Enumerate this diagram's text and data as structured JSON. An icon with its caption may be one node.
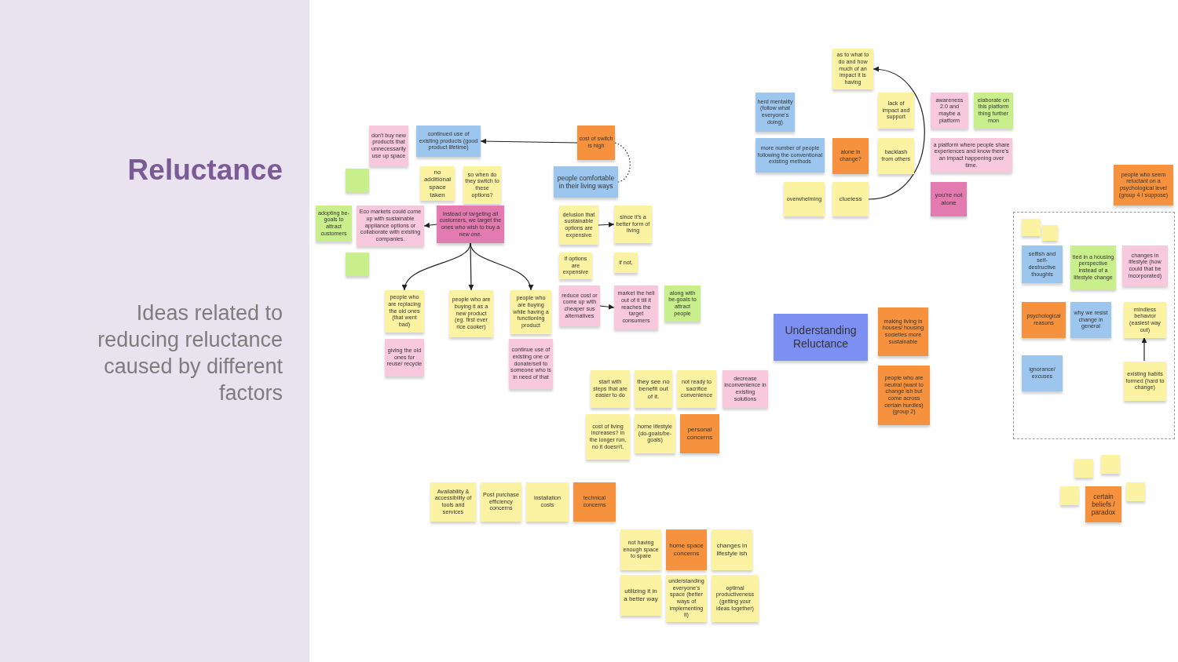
{
  "diagram": {
    "title": "Reluctance",
    "nodes": [
      {
        "text": [
          "don't buy new products that unnecessarily use up space"
        ]
      },
      {
        "text": [
          "continued use of existing products (good product lifetime)"
        ]
      },
      {
        "text": [
          "cost of switch is high"
        ]
      },
      {
        "text": [
          "people comfortable in their living ways"
        ]
      },
      {
        "text": [
          "no additional space taken"
        ]
      },
      {
        "text": [
          "so when do they switch to these options?"
        ]
      },
      {
        "text": [],
        "shape": "box"
      },
      {
        "text": [
          "adopting be-goals to attract customers"
        ]
      },
      {
        "text": [
          "Eco markets could come up with sustainable appliance options or collaborate with existing companies."
        ]
      },
      {
        "text": [
          "instead of targeting all customers, we target the ones who wish to buy a new one."
        ]
      },
      {
        "text": [],
        "shape": "box"
      },
      {
        "text": [
          "people who are replacing the old ones (that went bad)"
        ]
      },
      {
        "text": [
          "people who are buying it as a new product (eg. first ever rice cooker)"
        ]
      },
      {
        "text": [
          "people who are buying while having a functioning product"
        ]
      },
      {
        "text": [
          "giving the old ones for reuse/ recycle"
        ]
      },
      {
        "text": [
          "continue use of existing one or donate/sell to someone who is in need of that"
        ]
      },
      {
        "text": [
          "delusion that sustainable options are expensive"
        ]
      },
      {
        "text": [
          "since it's a better form of living"
        ]
      },
      {
        "text": [
          "if options are expensive"
        ]
      },
      {
        "text": [
          "if not,"
        ]
      },
      {
        "text": [
          "reduce cost or come up with cheaper sus alternatives"
        ]
      },
      {
        "text": [
          "market the hell out of it till it reaches the target consumers"
        ]
      },
      {
        "text": [
          "along with be-goals to attract people"
        ]
      },
      {
        "text": [
          "as to what to do and how much of an impact it is having"
        ]
      },
      {
        "text": [
          "herd mentality (follow what everyone's doing)"
        ]
      },
      {
        "text": [
          "lack of impact and support"
        ]
      },
      {
        "text": [
          "awareness 2.0 and maybe a platform"
        ]
      },
      {
        "text": [
          "elaborate on this platform thing further mon"
        ]
      },
      {
        "text": [
          "more number of people following the conventional existing methods"
        ]
      },
      {
        "text": [
          "alone in change?"
        ]
      },
      {
        "text": [
          "backlash from others"
        ]
      },
      {
        "text": [
          "a platform where people share experiences and know there's an impact happening over time."
        ]
      },
      {
        "text": [
          "overwhelming"
        ]
      },
      {
        "text": [
          "clueless"
        ]
      },
      {
        "text": [
          "you're not alone"
        ]
      },
      {
        "text": [
          "people who seem reluctant on a psychological level (group 4 I suppose)"
        ]
      },
      {
        "text": [],
        "shape": "box"
      },
      {
        "text": [],
        "shape": "box",
        "in": 36
      },
      {
        "text": [],
        "shape": "box",
        "in": 36
      },
      {
        "text": [
          "selfish and self-destructive thoughts"
        ],
        "in": 36
      },
      {
        "text": [
          "tied in a housing perspective instead of a lifestyle change"
        ],
        "in": 36
      },
      {
        "text": [
          "changes in lifestyle (how could that be incorporated)"
        ],
        "in": 36
      },
      {
        "text": [
          "psychological reasons"
        ],
        "in": 36
      },
      {
        "text": [
          "why we resist change in general"
        ],
        "in": 36
      },
      {
        "text": [
          "mindless behavior (easiest way out)"
        ],
        "in": 36
      },
      {
        "text": [
          "ignorance/ excuses"
        ],
        "in": 36
      },
      {
        "text": [
          "existing habits formed (hard to change)"
        ],
        "in": 36
      },
      {
        "text": [],
        "shape": "box"
      },
      {
        "text": [],
        "shape": "box"
      },
      {
        "text": [],
        "shape": "box"
      },
      {
        "text": [
          "certain beliefs / paradox"
        ]
      },
      {
        "text": [],
        "shape": "box"
      },
      {
        "text": [
          "Understanding Reluctance"
        ]
      },
      {
        "text": [
          "making living in houses/ housing societies more sustainable"
        ]
      },
      {
        "text": [
          "people who are neutral (want to change ish but come across certain hurdles) (group 2)"
        ]
      },
      {
        "text": [
          "start with steps that are easier to do"
        ]
      },
      {
        "text": [
          "they see no benefit out of it."
        ]
      },
      {
        "text": [
          "not ready to sacrifice convenience"
        ]
      },
      {
        "text": [
          "decrease inconvenience in existing solutions"
        ]
      },
      {
        "text": [
          "cost of living increases? in the longer run, no it doesn't."
        ]
      },
      {
        "text": [
          "home lifestyle (do-goals/be-goals)"
        ]
      },
      {
        "text": [
          "personal concerns"
        ]
      },
      {
        "text": [
          "Availability & accessibility of tools and services"
        ]
      },
      {
        "text": [
          "Post purchase efficiency concerns"
        ]
      },
      {
        "text": [
          "installation costs"
        ]
      },
      {
        "text": [
          "technical concerns"
        ]
      },
      {
        "text": [
          "not having enough space to spare"
        ]
      },
      {
        "text": [
          "home space concerns"
        ]
      },
      {
        "text": [
          "changes in lifestyle ish"
        ]
      },
      {
        "text": [
          "utilizing it in a better way"
        ]
      },
      {
        "text": [
          "understanding everyone's space (better ways of implementing it)"
        ]
      },
      {
        "text": [
          "optimal productiveness (getting your ideas together)"
        ]
      }
    ],
    "edges": [
      {
        "from": 2,
        "to": 1,
        "arrow": "to"
      },
      {
        "from": 2,
        "to": 3,
        "arrow": "none",
        "style": "dashed"
      },
      {
        "from": 9,
        "to": 8,
        "arrow": "to"
      },
      {
        "from": 9,
        "to": 11,
        "arrow": "to"
      },
      {
        "from": 9,
        "to": 12,
        "arrow": "to"
      },
      {
        "from": 9,
        "to": 13,
        "arrow": "to"
      },
      {
        "from": 16,
        "to": 17,
        "arrow": "to"
      },
      {
        "from": 20,
        "to": 21,
        "arrow": "to"
      },
      {
        "from": 33,
        "to": 23,
        "arrow": "to"
      },
      {
        "from": 46,
        "to": 44,
        "arrow": "to"
      }
    ],
    "labels": [
      "Ideas related to reducing reluctance caused by different factors"
    ]
  }
}
